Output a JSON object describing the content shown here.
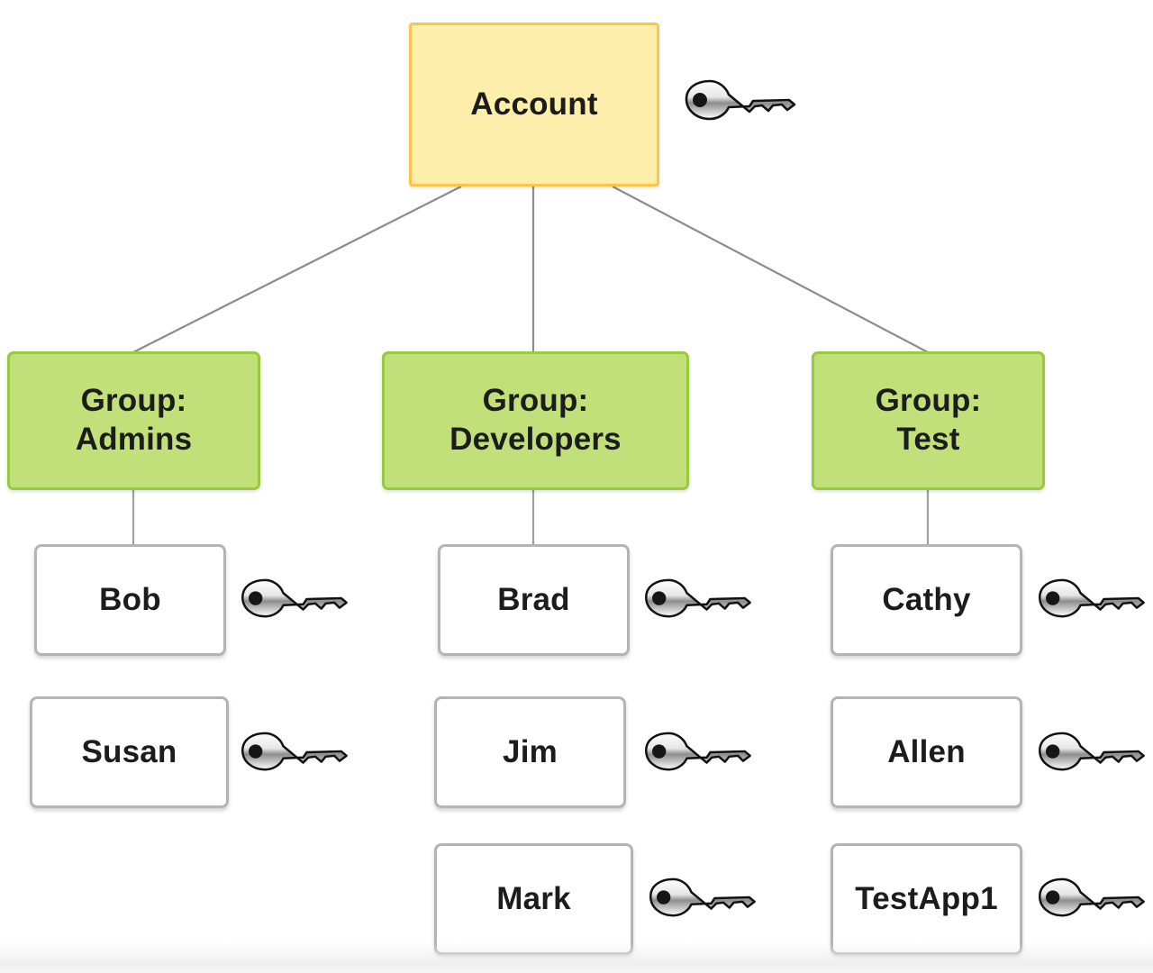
{
  "diagram": {
    "title_node": {
      "id": "account",
      "label": "Account",
      "icon": "key-icon",
      "fill": "#fdeeab",
      "stroke": "#fbc54a"
    },
    "group_fill": "#c2e07a",
    "group_stroke": "#97ca3c",
    "user_fill": "#ffffff",
    "user_stroke": "#b4b4b4",
    "edge_color": "#8c8c8c",
    "groups": [
      {
        "id": "admins",
        "label": "Group:\nAdmins",
        "name": "Admins",
        "members": [
          {
            "id": "bob",
            "label": "Bob",
            "icon": "key-icon",
            "connected": true
          },
          {
            "id": "susan",
            "label": "Susan",
            "icon": "key-icon",
            "connected": false
          }
        ]
      },
      {
        "id": "developers",
        "label": "Group:\nDevelopers",
        "name": "Developers",
        "members": [
          {
            "id": "brad",
            "label": "Brad",
            "icon": "key-icon",
            "connected": true
          },
          {
            "id": "jim",
            "label": "Jim",
            "icon": "key-icon",
            "connected": false
          },
          {
            "id": "mark",
            "label": "Mark",
            "icon": "key-icon",
            "connected": false
          }
        ]
      },
      {
        "id": "test",
        "label": "Group:\nTest",
        "name": "Test",
        "members": [
          {
            "id": "cathy",
            "label": "Cathy",
            "icon": "key-icon",
            "connected": true
          },
          {
            "id": "allen",
            "label": "Allen",
            "icon": "key-icon",
            "connected": false
          },
          {
            "id": "testapp1",
            "label": "TestApp1",
            "icon": "key-icon",
            "connected": false
          }
        ]
      }
    ]
  }
}
